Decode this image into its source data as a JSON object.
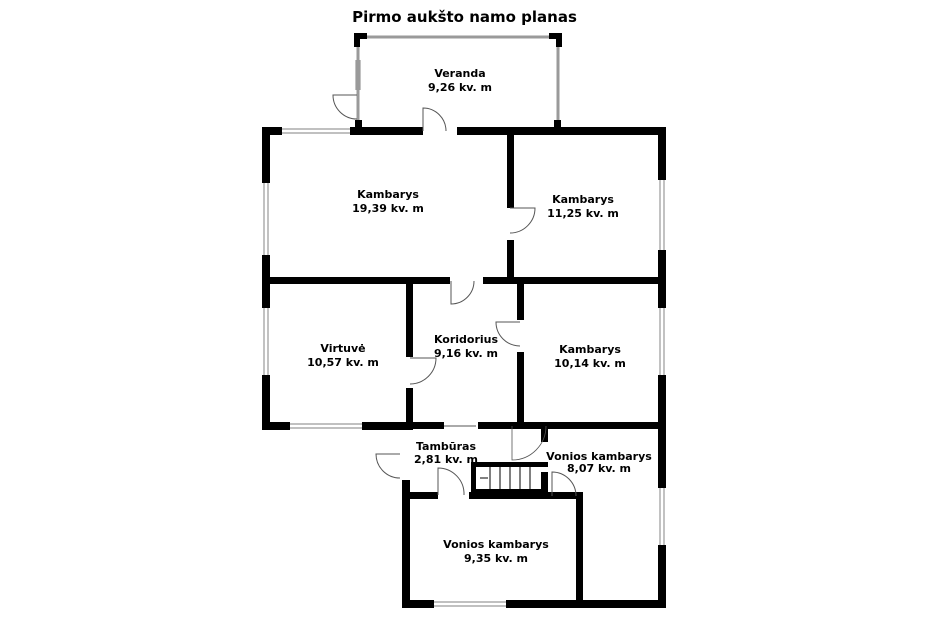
{
  "plan": {
    "title": "Pirmo aukšto namo planas",
    "wall_color": "#000000",
    "window_color": "#9a9a9a",
    "background": "#ffffff"
  },
  "rooms": [
    {
      "name": "Veranda",
      "area": "9,26 kv. m"
    },
    {
      "name": "Kambarys",
      "area": "19,39 kv. m"
    },
    {
      "name": "Kambarys",
      "area": "11,25 kv. m"
    },
    {
      "name": "Virtuvė",
      "area": "10,57 kv. m"
    },
    {
      "name": "Koridorius",
      "area": "9,16 kv. m"
    },
    {
      "name": "Kambarys",
      "area": "10,14 kv. m"
    },
    {
      "name": "Tambūras",
      "area": "2,81 kv. m"
    },
    {
      "name": "Vonios kambarys",
      "area": "8,07 kv. m"
    },
    {
      "name": "Vonios kambarys",
      "area": "9,35 kv. m"
    }
  ]
}
